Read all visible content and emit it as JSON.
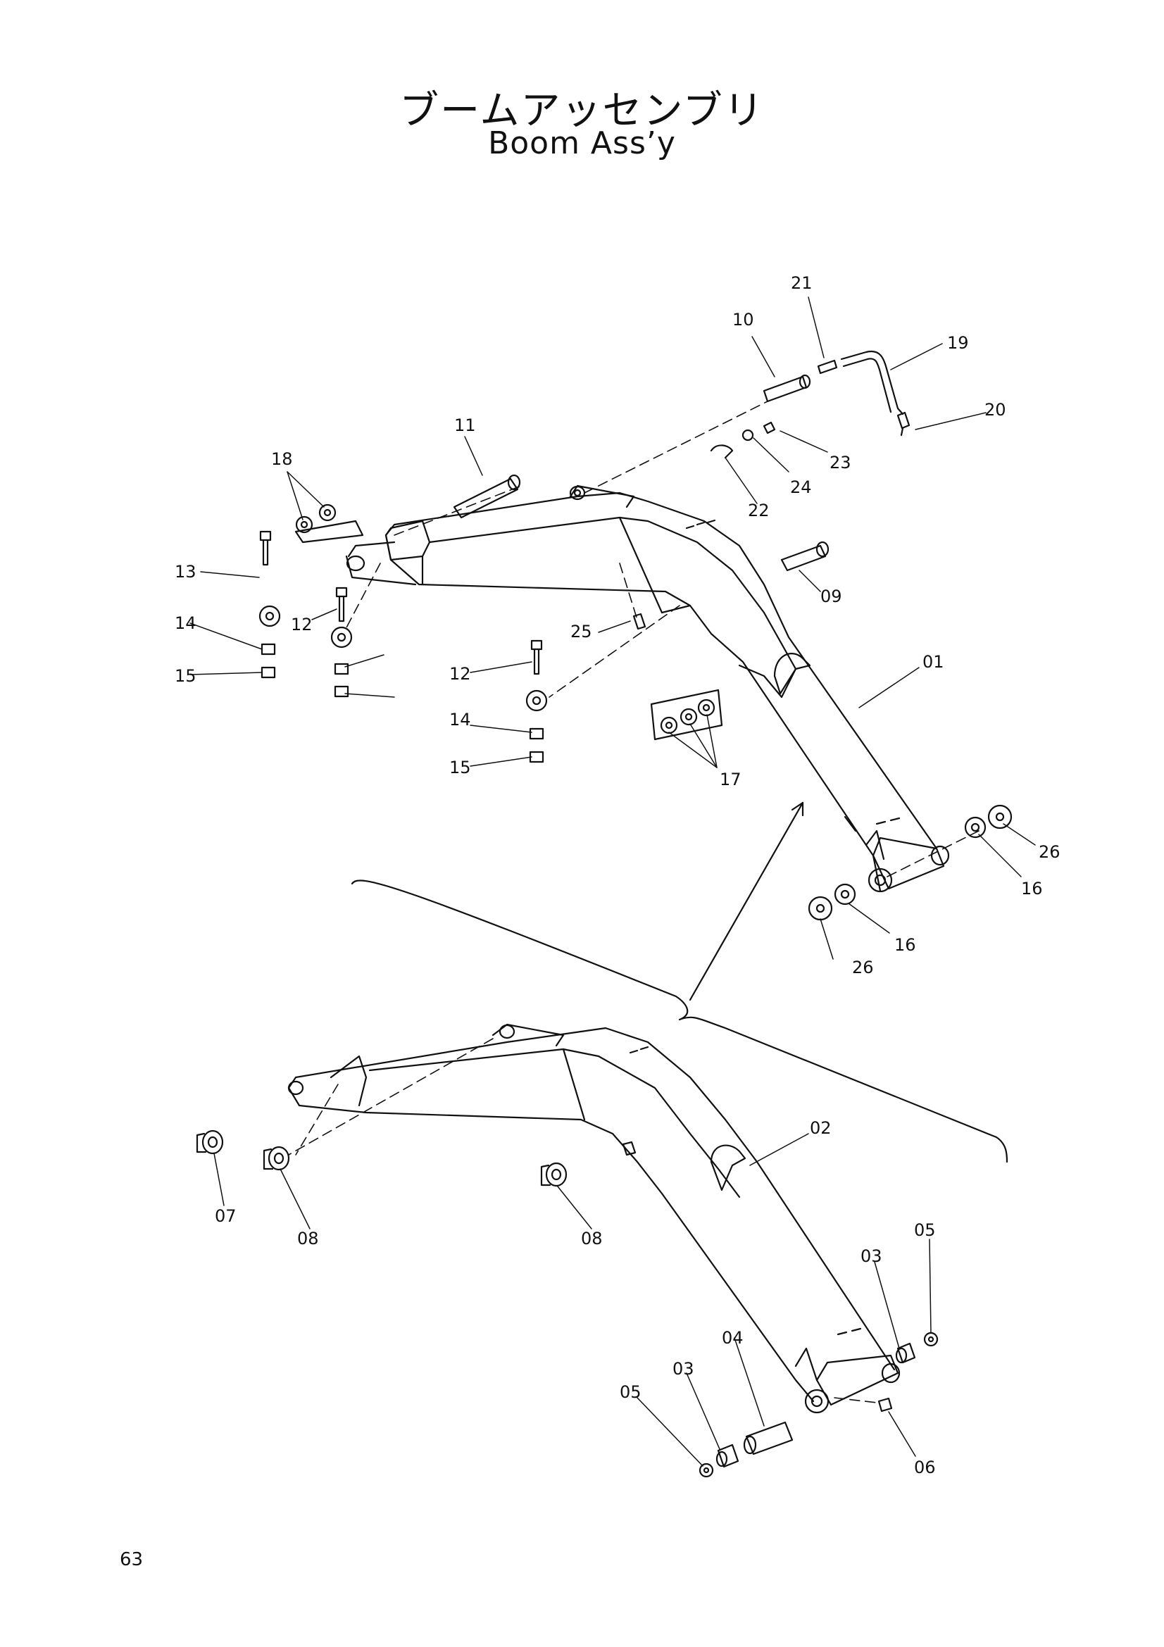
{
  "header": {
    "title_jp": "ブームアッセンブリ",
    "title_en": "Boom Ass’y"
  },
  "callouts": {
    "upper": [
      "21",
      "10",
      "19",
      "20",
      "23",
      "24",
      "22",
      "11",
      "18",
      "13",
      "12",
      "14",
      "15",
      "09",
      "25",
      "12",
      "14",
      "15",
      "01",
      "17",
      "26",
      "16",
      "16",
      "26"
    ],
    "lower": [
      "02",
      "07",
      "08",
      "08",
      "05",
      "03",
      "04",
      "03",
      "05",
      "06"
    ]
  },
  "footer": {
    "page_number": "63"
  }
}
